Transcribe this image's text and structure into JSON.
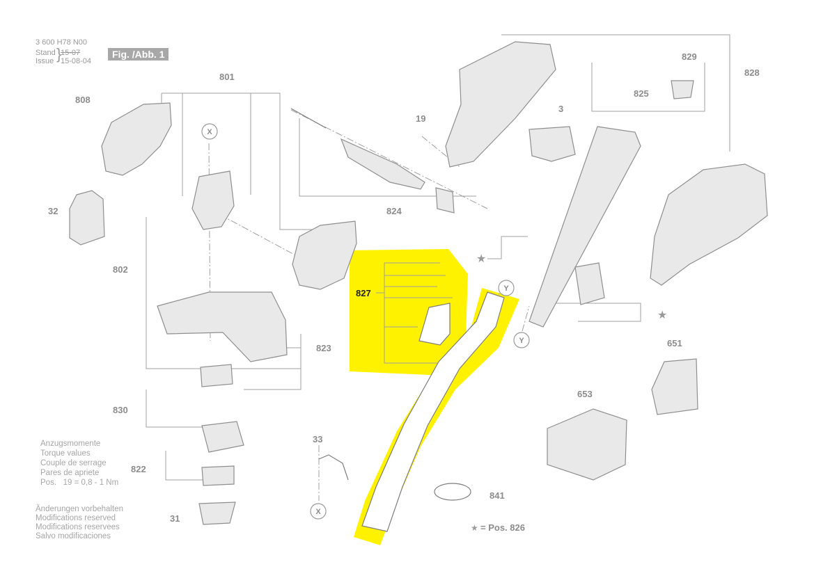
{
  "header": {
    "doc_number": "3 600 H78 N00",
    "stand_label": "Stand",
    "issue_label": "Issue",
    "stand_date": "15-07",
    "issue_date": "15-08-04",
    "figure_label": "Fig. /Abb. 1"
  },
  "torque_notes": {
    "lines": [
      "Anzugsmomente",
      "Torque values",
      "Couple de serrage",
      "Pares de apriete"
    ],
    "pos_line": "Pos.   19 = 0,8 - 1 Nm"
  },
  "modifications": {
    "lines": [
      "Änderungen vorbehalten",
      "Modifications reserved",
      "Modifications reservees",
      "Salvo modificaciones"
    ]
  },
  "legend": {
    "star_note": "= Pos. 826"
  },
  "part_labels": {
    "p808": "808",
    "p801": "801",
    "p32": "32",
    "p802": "802",
    "p823": "823",
    "p830": "830",
    "p822": "822",
    "p31": "31",
    "p19": "19",
    "p3": "3",
    "p824": "824",
    "p827": "827",
    "p829": "829",
    "p825": "825",
    "p828": "828",
    "p651": "651",
    "p653": "653",
    "p33": "33",
    "p841": "841",
    "x_top": "X",
    "x_bottom": "X",
    "y_top": "Y",
    "y_right": "Y"
  },
  "colors": {
    "highlight": "#fff200",
    "line_art": "#9a9a9a",
    "label": "#8c8c8c",
    "fig_badge": "#a8a8a8"
  }
}
